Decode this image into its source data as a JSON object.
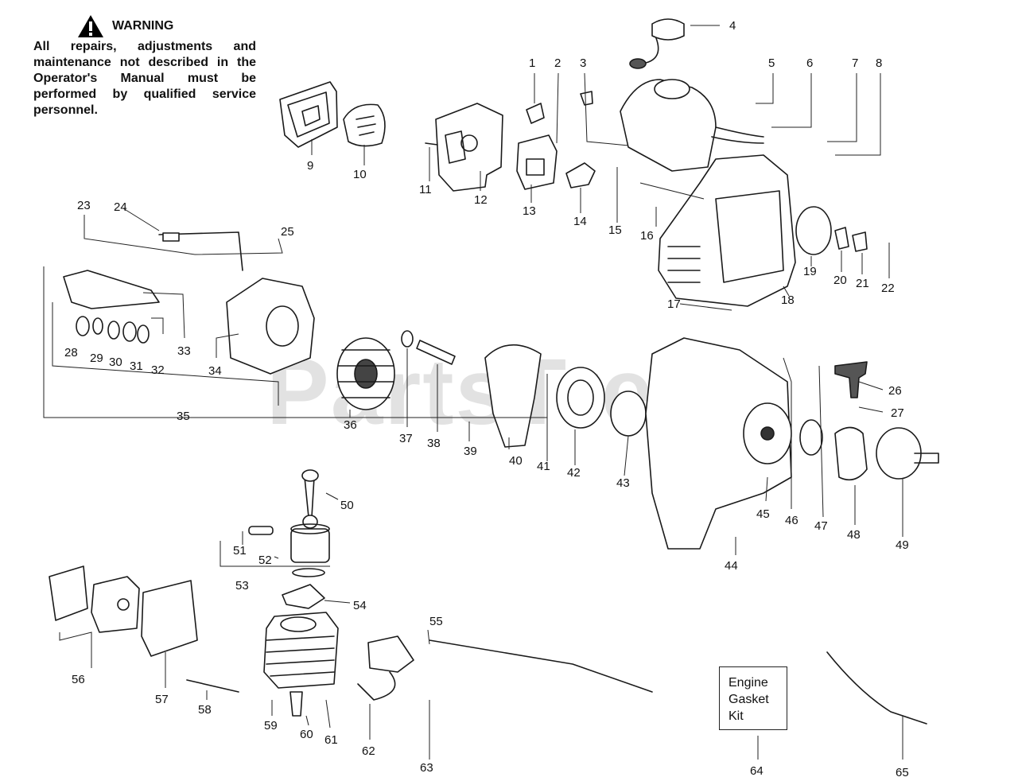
{
  "warning": {
    "title": "WARNING",
    "body": "All repairs, adjustments and maintenance not described in the Operator's Manual must be performed by qualified service personnel."
  },
  "watermark": {
    "text": "PartsTree",
    "mark": "™"
  },
  "kit_label": {
    "line1": "Engine",
    "line2": "Gasket",
    "line3": "Kit"
  },
  "part_numbers": [
    "1",
    "2",
    "3",
    "4",
    "5",
    "6",
    "7",
    "8",
    "9",
    "10",
    "11",
    "12",
    "13",
    "14",
    "15",
    "16",
    "17",
    "18",
    "19",
    "20",
    "21",
    "22",
    "23",
    "24",
    "25",
    "26",
    "27",
    "28",
    "29",
    "30",
    "31",
    "32",
    "33",
    "34",
    "35",
    "36",
    "37",
    "38",
    "39",
    "40",
    "41",
    "42",
    "43",
    "44",
    "45",
    "46",
    "47",
    "48",
    "49",
    "50",
    "51",
    "52",
    "53",
    "54",
    "55",
    "56",
    "57",
    "58",
    "59",
    "60",
    "61",
    "62",
    "63",
    "64",
    "65"
  ]
}
